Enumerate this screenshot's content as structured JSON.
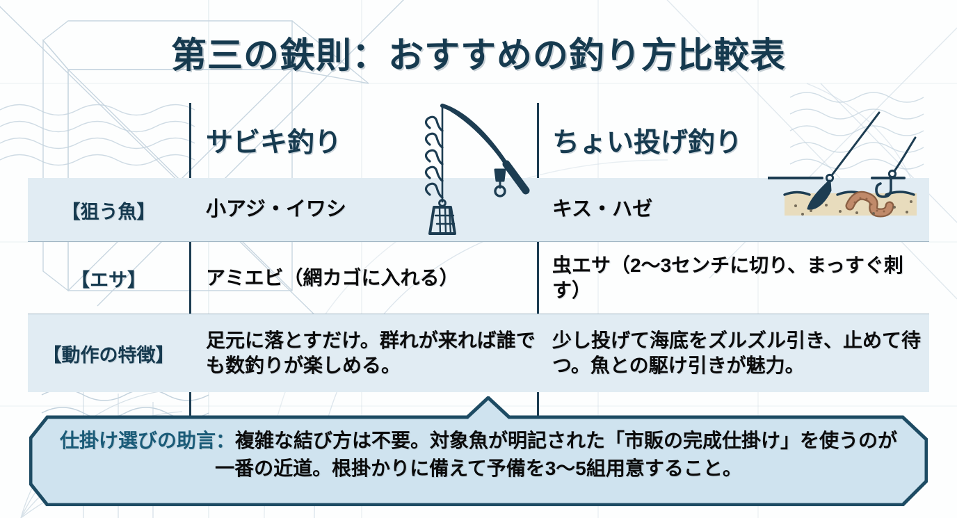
{
  "title": "第三の鉄則：おすすめの釣り方比較表",
  "colors": {
    "ink": "#163a4f",
    "rule": "#1d3d52",
    "row_shade": "#e1ecf3",
    "callout_fill": "#cfe3ef",
    "callout_border": "#1d4b63",
    "accent_label": "#1a5b78",
    "sand": "#e8dcbd",
    "worm": "#c08a6a",
    "body": "#0b0b0b"
  },
  "table": {
    "corner_label": "",
    "columns": [
      {
        "id": "sabiki",
        "label": "サビキ釣り",
        "icon": "fishing-rod-sabiki-rig-illustration"
      },
      {
        "id": "chonage",
        "label": "ちょい投げ釣り",
        "icon": "sinker-hook-worm-seabed-illustration"
      }
    ],
    "rows": [
      {
        "label": "【狙う魚】",
        "sabiki": "小アジ・イワシ",
        "chonage": "キス・ハゼ",
        "shaded": true
      },
      {
        "label": "【エサ】",
        "sabiki": "アミエビ（網カゴに入れる）",
        "chonage": "虫エサ（2〜3センチに切り、まっすぐ刺す）",
        "shaded": false
      },
      {
        "label": "【動作の特徴】",
        "sabiki": "足元に落とすだけ。群れが来れば誰でも数釣りが楽しめる。",
        "chonage": "少し投げて海底をズルズル引き、止めて待つ。魚との駆け引きが魅力。",
        "shaded": true
      }
    ]
  },
  "callout": {
    "label": "仕掛け選びの助言：",
    "body": "複雑な結び方は不要。対象魚が明記された「市販の完成仕掛け」を使うのが一番の近道。根掛かりに備えて予備を3〜5組用意すること。"
  }
}
